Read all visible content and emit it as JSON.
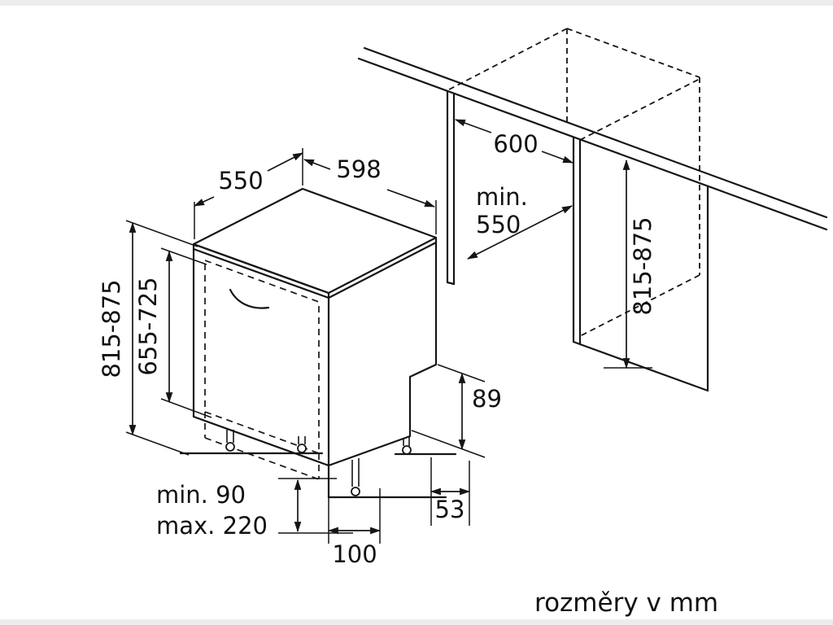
{
  "note": {
    "units": "rozměry v mm"
  },
  "dimensions": {
    "top_depth": "550",
    "top_width": "598",
    "niche_width": "600",
    "niche_depth_line1": "min.",
    "niche_depth_line2": "550",
    "appliance_height": "815-875",
    "door_panel_height": "655-725",
    "niche_height": "815-875",
    "rear_notch_height": "89",
    "rear_notch_depth": "53",
    "front_clearance": "100",
    "plinth_min": "min. 90",
    "plinth_max": "max. 220"
  },
  "colors": {
    "line": "#151515",
    "background": "#ffffff"
  }
}
